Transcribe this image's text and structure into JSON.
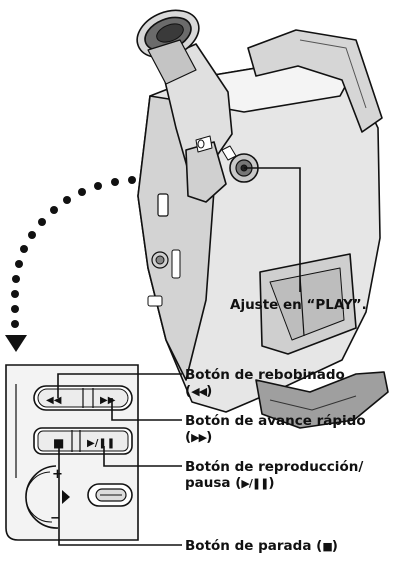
{
  "labels": {
    "play_setting": "Ajuste en “PLAY”.",
    "rewind_line1": "Botón de rebobinado",
    "rewind_line2_open": "(",
    "rewind_symbol": "◀◀",
    "rewind_line2_close": ")",
    "ffwd_line1": "Botón de avance rápido",
    "ffwd_line2_open": "(",
    "ffwd_symbol": "▶▶",
    "ffwd_line2_close": ")",
    "play_pause_line1": "Botón de reproducción/",
    "play_pause_line2_prefix": "pausa (",
    "play_pause_symbol": "▶/❚❚",
    "play_pause_line2_close": ")",
    "stop_prefix": "Botón de parada (",
    "stop_symbol": "■",
    "stop_close": ")"
  },
  "buttons": {
    "rewind_glyph": "◀◀",
    "ffwd_glyph": "▶▶",
    "stop_glyph": "■",
    "play_pause_glyph": "▶/❚❚",
    "dial_plus": "+",
    "dial_minus": "−"
  },
  "colors": {
    "line": "#111111",
    "panel_fill": "#f3f3f3",
    "camera_fill": "#e6e6e6",
    "camera_shade": "#b8b8b8",
    "camera_dark": "#6b6b6b"
  }
}
